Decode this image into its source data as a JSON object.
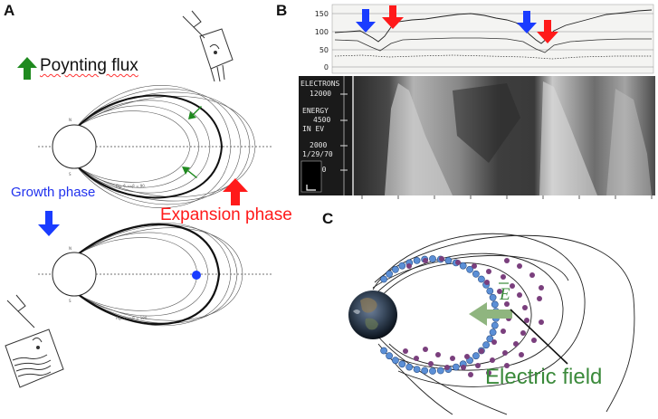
{
  "panels": {
    "a": {
      "letter": "A",
      "poynting_label": "Poynting flux",
      "growth_label": "Growth phase",
      "expansion_label": "Expansion phase",
      "fig6_caption": "Fig. 6.  ωₑβ = 90.",
      "fig7_caption": "Fig. 7.  ωₑβ = 180.",
      "pole_n": "N",
      "pole_s": "S"
    },
    "b": {
      "letter": "B",
      "top_ticks": [
        "150",
        "100",
        "50",
        "0"
      ],
      "electrons_label": "ELECTRONS",
      "energy_label_1": "ENERGY",
      "energy_label_2": "IN EV",
      "energy_ticks": [
        "12000",
        "4500",
        "2000",
        "750"
      ],
      "date": "1/29/70"
    },
    "c": {
      "letter": "C",
      "e_symbol": "E",
      "electric_field_label": "Electric field"
    }
  },
  "colors": {
    "green_arrow": "#1f8a1f",
    "red_arrow": "#ff1a1a",
    "blue_arrow": "#1a3cff",
    "blue_text": "#2233ee",
    "red_text": "#ff1a1a",
    "electric_green": "#3b8a3b",
    "inner_dots": "#5b8fd6",
    "outer_dots": "#7a3f7d"
  }
}
